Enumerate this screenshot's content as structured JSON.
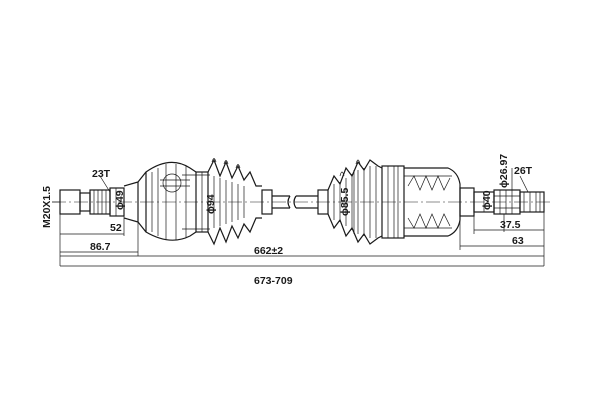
{
  "colors": {
    "ink": "#1a1a1a",
    "background": "#ffffff"
  },
  "labels": {
    "thread": "M20X1.5",
    "left_splines": "23T",
    "left_dia": "ϕ49",
    "left_joint_dia": "ϕ94",
    "center_dia": "ϕ85.5",
    "right_dia": "ϕ40",
    "right_tip_dia": "ϕ26.97",
    "right_splines": "26T",
    "dim_52": "52",
    "dim_86_7": "86.7",
    "dim_662": "662±2",
    "dim_673_709": "673-709",
    "dim_37_5": "37.5",
    "dim_63": "63"
  }
}
